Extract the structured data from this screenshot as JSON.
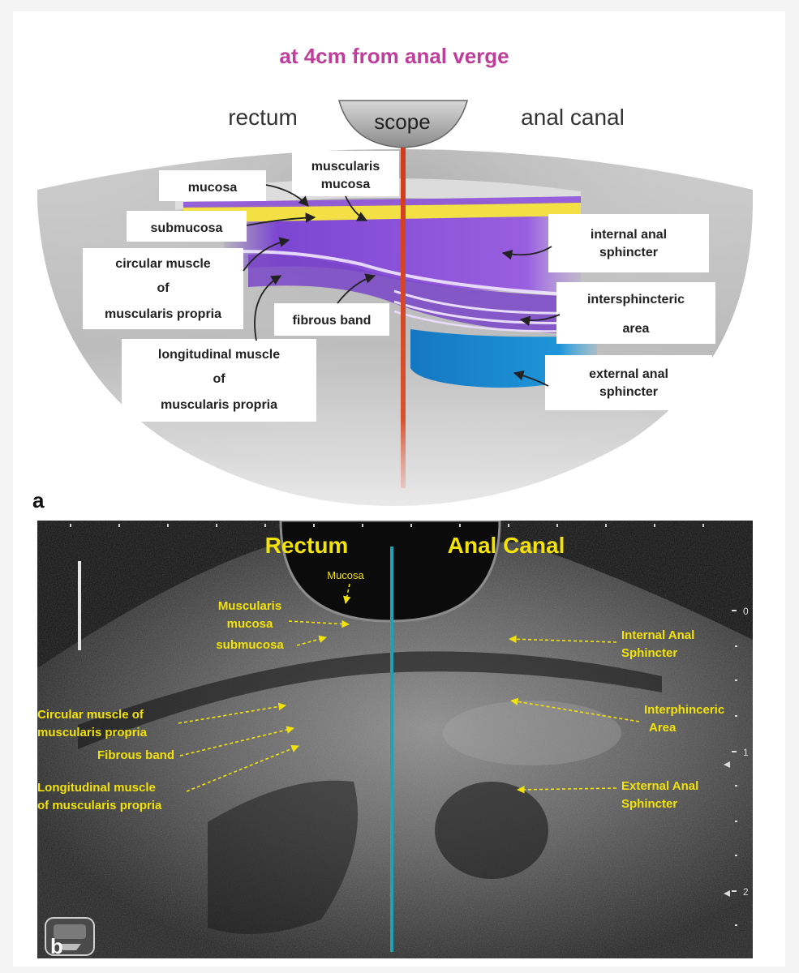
{
  "panel_a": {
    "title": "at 4cm from anal verge",
    "rectum": "rectum",
    "scope": "scope",
    "anal_canal": "anal canal",
    "mucosa": "mucosa",
    "muscularis_mucosa_1": "muscularis",
    "muscularis_mucosa_2": "mucosa",
    "submucosa": "submucosa",
    "circular_1": "circular muscle",
    "circular_2": "of",
    "circular_3": "muscularis propria",
    "fibrous_band": "fibrous band",
    "longitudinal_1": "longitudinal muscle",
    "longitudinal_2": "of",
    "longitudinal_3": "muscularis propria",
    "internal_1": "internal anal",
    "internal_2": "sphincter",
    "intersphincteric_1": "intersphincteric",
    "intersphincteric_2": "area",
    "external_1": "external anal",
    "external_2": "sphincter",
    "panel_letter": "a"
  },
  "panel_b": {
    "rectum": "Rectum",
    "anal_canal": "Anal Canal",
    "mucosa": "Mucosa",
    "muscularis_mucosa_1": "Muscularis",
    "muscularis_mucosa_2": "mucosa",
    "submucosa": "submucosa",
    "circular_1": "Circular muscle of",
    "circular_2": "muscularis propria",
    "fibrous_band": "Fibrous band",
    "longitudinal_1": "Longitudinal muscle",
    "longitudinal_2": "of muscularis propria",
    "internal_1": "Internal Anal",
    "internal_2": "Sphincter",
    "inter_1": "Interphinceric",
    "inter_2": "Area",
    "external_1": "External Anal",
    "external_2": "Sphincter",
    "scale_0": "0",
    "scale_1": "1",
    "scale_2": "2",
    "panel_letter": "b"
  },
  "colors": {
    "title": "#c03d9c",
    "purple": "#8d52d8",
    "yellow": "#f3e045",
    "blue": "#1e8fd2",
    "red_line": "#d23a1e",
    "cyan_line": "#1fa3b4",
    "us_label": "#f2e20a"
  }
}
